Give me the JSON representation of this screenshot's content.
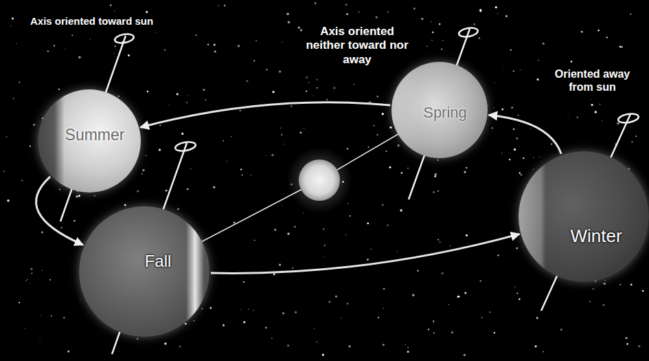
{
  "diagram": {
    "nodes": [
      {
        "text": [
          "Summer"
        ]
      },
      {
        "text": [
          "Spring"
        ]
      },
      {
        "text": [
          "Fall"
        ]
      },
      {
        "text": [
          "Winter"
        ]
      }
    ],
    "edges": [
      {
        "from": 0,
        "to": 2,
        "arrow": "to"
      },
      {
        "from": 2,
        "to": 3,
        "arrow": "to"
      },
      {
        "from": 3,
        "to": 1,
        "arrow": "to"
      },
      {
        "from": 1,
        "to": 0,
        "arrow": "to"
      }
    ],
    "labels": [
      "Axis oriented toward sun",
      "Axis oriented neither toward nor away",
      "Oriented away from sun"
    ]
  }
}
